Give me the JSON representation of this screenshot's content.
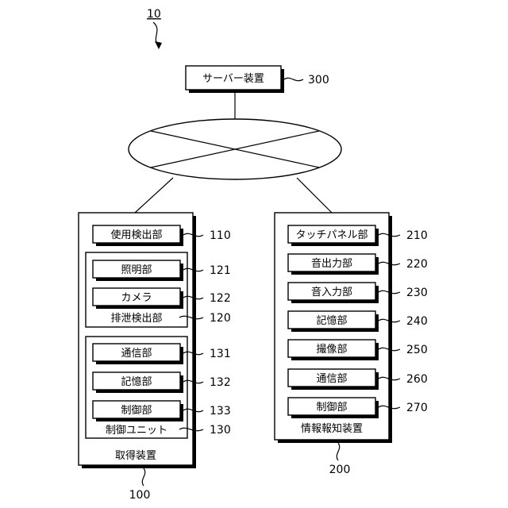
{
  "figure_ref": "10",
  "server": {
    "label": "サーバー装置",
    "ref": "300"
  },
  "acquisition": {
    "title": "取得装置",
    "ref": "100",
    "usage_detector": {
      "label": "使用検出部",
      "ref": "110"
    },
    "excretion_detector": {
      "title": "排泄検出部",
      "ref": "120",
      "lighting": {
        "label": "照明部",
        "ref": "121"
      },
      "camera": {
        "label": "カメラ",
        "ref": "122"
      }
    },
    "control_unit": {
      "title": "制御ユニット",
      "ref": "130",
      "communication": {
        "label": "通信部",
        "ref": "131"
      },
      "storage": {
        "label": "記憶部",
        "ref": "132"
      },
      "control": {
        "label": "制御部",
        "ref": "133"
      }
    }
  },
  "notification": {
    "title": "情報報知装置",
    "ref": "200",
    "items": [
      {
        "label": "タッチパネル部",
        "ref": "210"
      },
      {
        "label": "音出力部",
        "ref": "220"
      },
      {
        "label": "音入力部",
        "ref": "230"
      },
      {
        "label": "記憶部",
        "ref": "240"
      },
      {
        "label": "撮像部",
        "ref": "250"
      },
      {
        "label": "通信部",
        "ref": "260"
      },
      {
        "label": "制御部",
        "ref": "270"
      }
    ]
  }
}
